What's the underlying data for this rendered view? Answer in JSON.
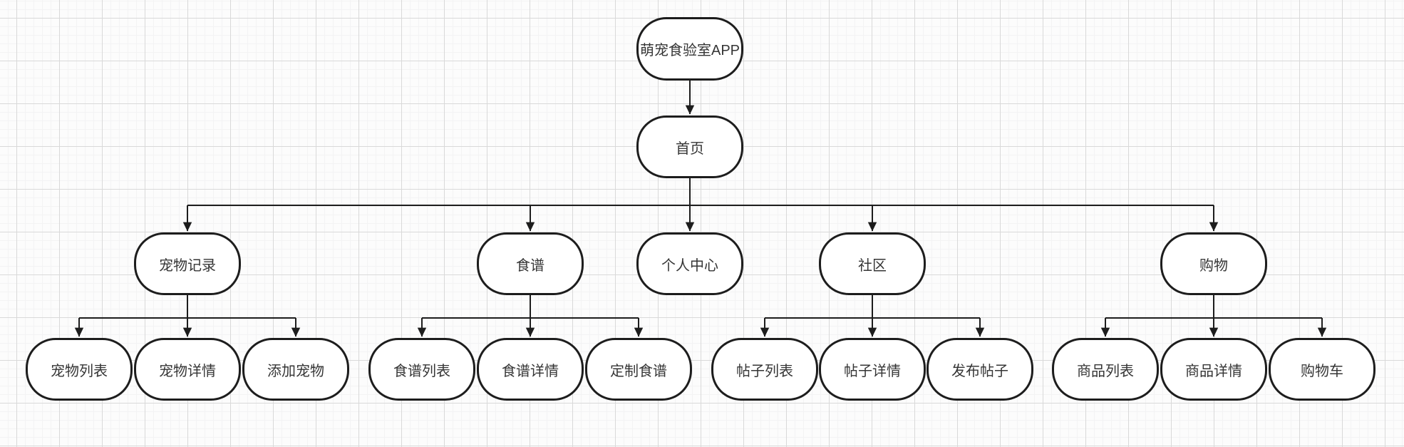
{
  "canvas": {
    "background": "#fcfcfc",
    "grid_minor_color": "#f3f3f4",
    "grid_major_color": "#d9d9d9",
    "stroke_color": "#1d1d1d",
    "node_fill": "#ffffff",
    "text_color": "#353535"
  },
  "diagram": {
    "root": {
      "label": "萌宠食验室APP"
    },
    "home": {
      "label": "首页"
    },
    "branches": [
      {
        "label": "宠物记录",
        "children": [
          {
            "label": "宠物列表"
          },
          {
            "label": "宠物详情"
          },
          {
            "label": "添加宠物"
          }
        ]
      },
      {
        "label": "食谱",
        "children": [
          {
            "label": "食谱列表"
          },
          {
            "label": "食谱详情"
          },
          {
            "label": "定制食谱"
          }
        ]
      },
      {
        "label": "个人中心",
        "children": []
      },
      {
        "label": "社区",
        "children": [
          {
            "label": "帖子列表"
          },
          {
            "label": "帖子详情"
          },
          {
            "label": "发布帖子"
          }
        ]
      },
      {
        "label": "购物",
        "children": [
          {
            "label": "商品列表"
          },
          {
            "label": "商品详情"
          },
          {
            "label": "购物车"
          }
        ]
      }
    ]
  }
}
